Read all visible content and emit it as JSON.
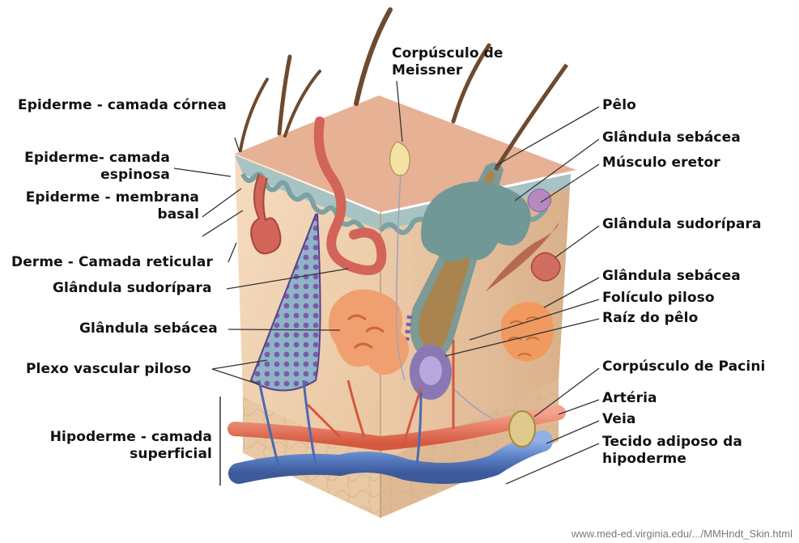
{
  "labels": {
    "corpusculo_meissner": [
      "Corpúsculo de",
      "Meissner"
    ],
    "pelo": "Pêlo",
    "glandula_sebacea_top": "Glândula sebácea",
    "musculo_eretor": "Músculo eretor",
    "glandula_sudoripara_right": "Glândula sudorípara",
    "glandula_sebacea_right": "Glândula sebácea",
    "foliculo_piloso": "Folículo piloso",
    "raiz_pelo": "Raíz do pêlo",
    "corpusculo_pacini": "Corpúsculo de Pacini",
    "arteria": "Artéria",
    "veia": "Veia",
    "tecido_adiposo": [
      "Tecido adiposo da",
      "hipoderme"
    ],
    "epiderme_cornea": "Epiderme - camada córnea",
    "epiderme_espinosa": [
      "Epiderme- camada",
      "espinosa"
    ],
    "epiderme_basal": [
      "Epiderme - membrana",
      "basal"
    ],
    "derme_reticular": "Derme - Camada reticular",
    "glandula_sudoripara_left": "Glândula sudorípara",
    "glandula_sebacea_left": "Glândula sebácea",
    "plexo_vascular": "Plexo vascular piloso",
    "hipoderme": [
      "Hipoderme - camada",
      "superficial"
    ]
  },
  "source_text": "www.med-ed.virginia.edu/.../MMHndt_Skin.html",
  "colors": {
    "dermis": "#f0d2b4",
    "epidermis_top": "#e9b49a",
    "epidermis_layer": "#a7c3c4",
    "artery": "#e8765f",
    "vein": "#5a7fc4",
    "gland_teal": "#6f9896",
    "gland_orange": "#f0a070",
    "plexus_purple": "#7d5aa8"
  }
}
